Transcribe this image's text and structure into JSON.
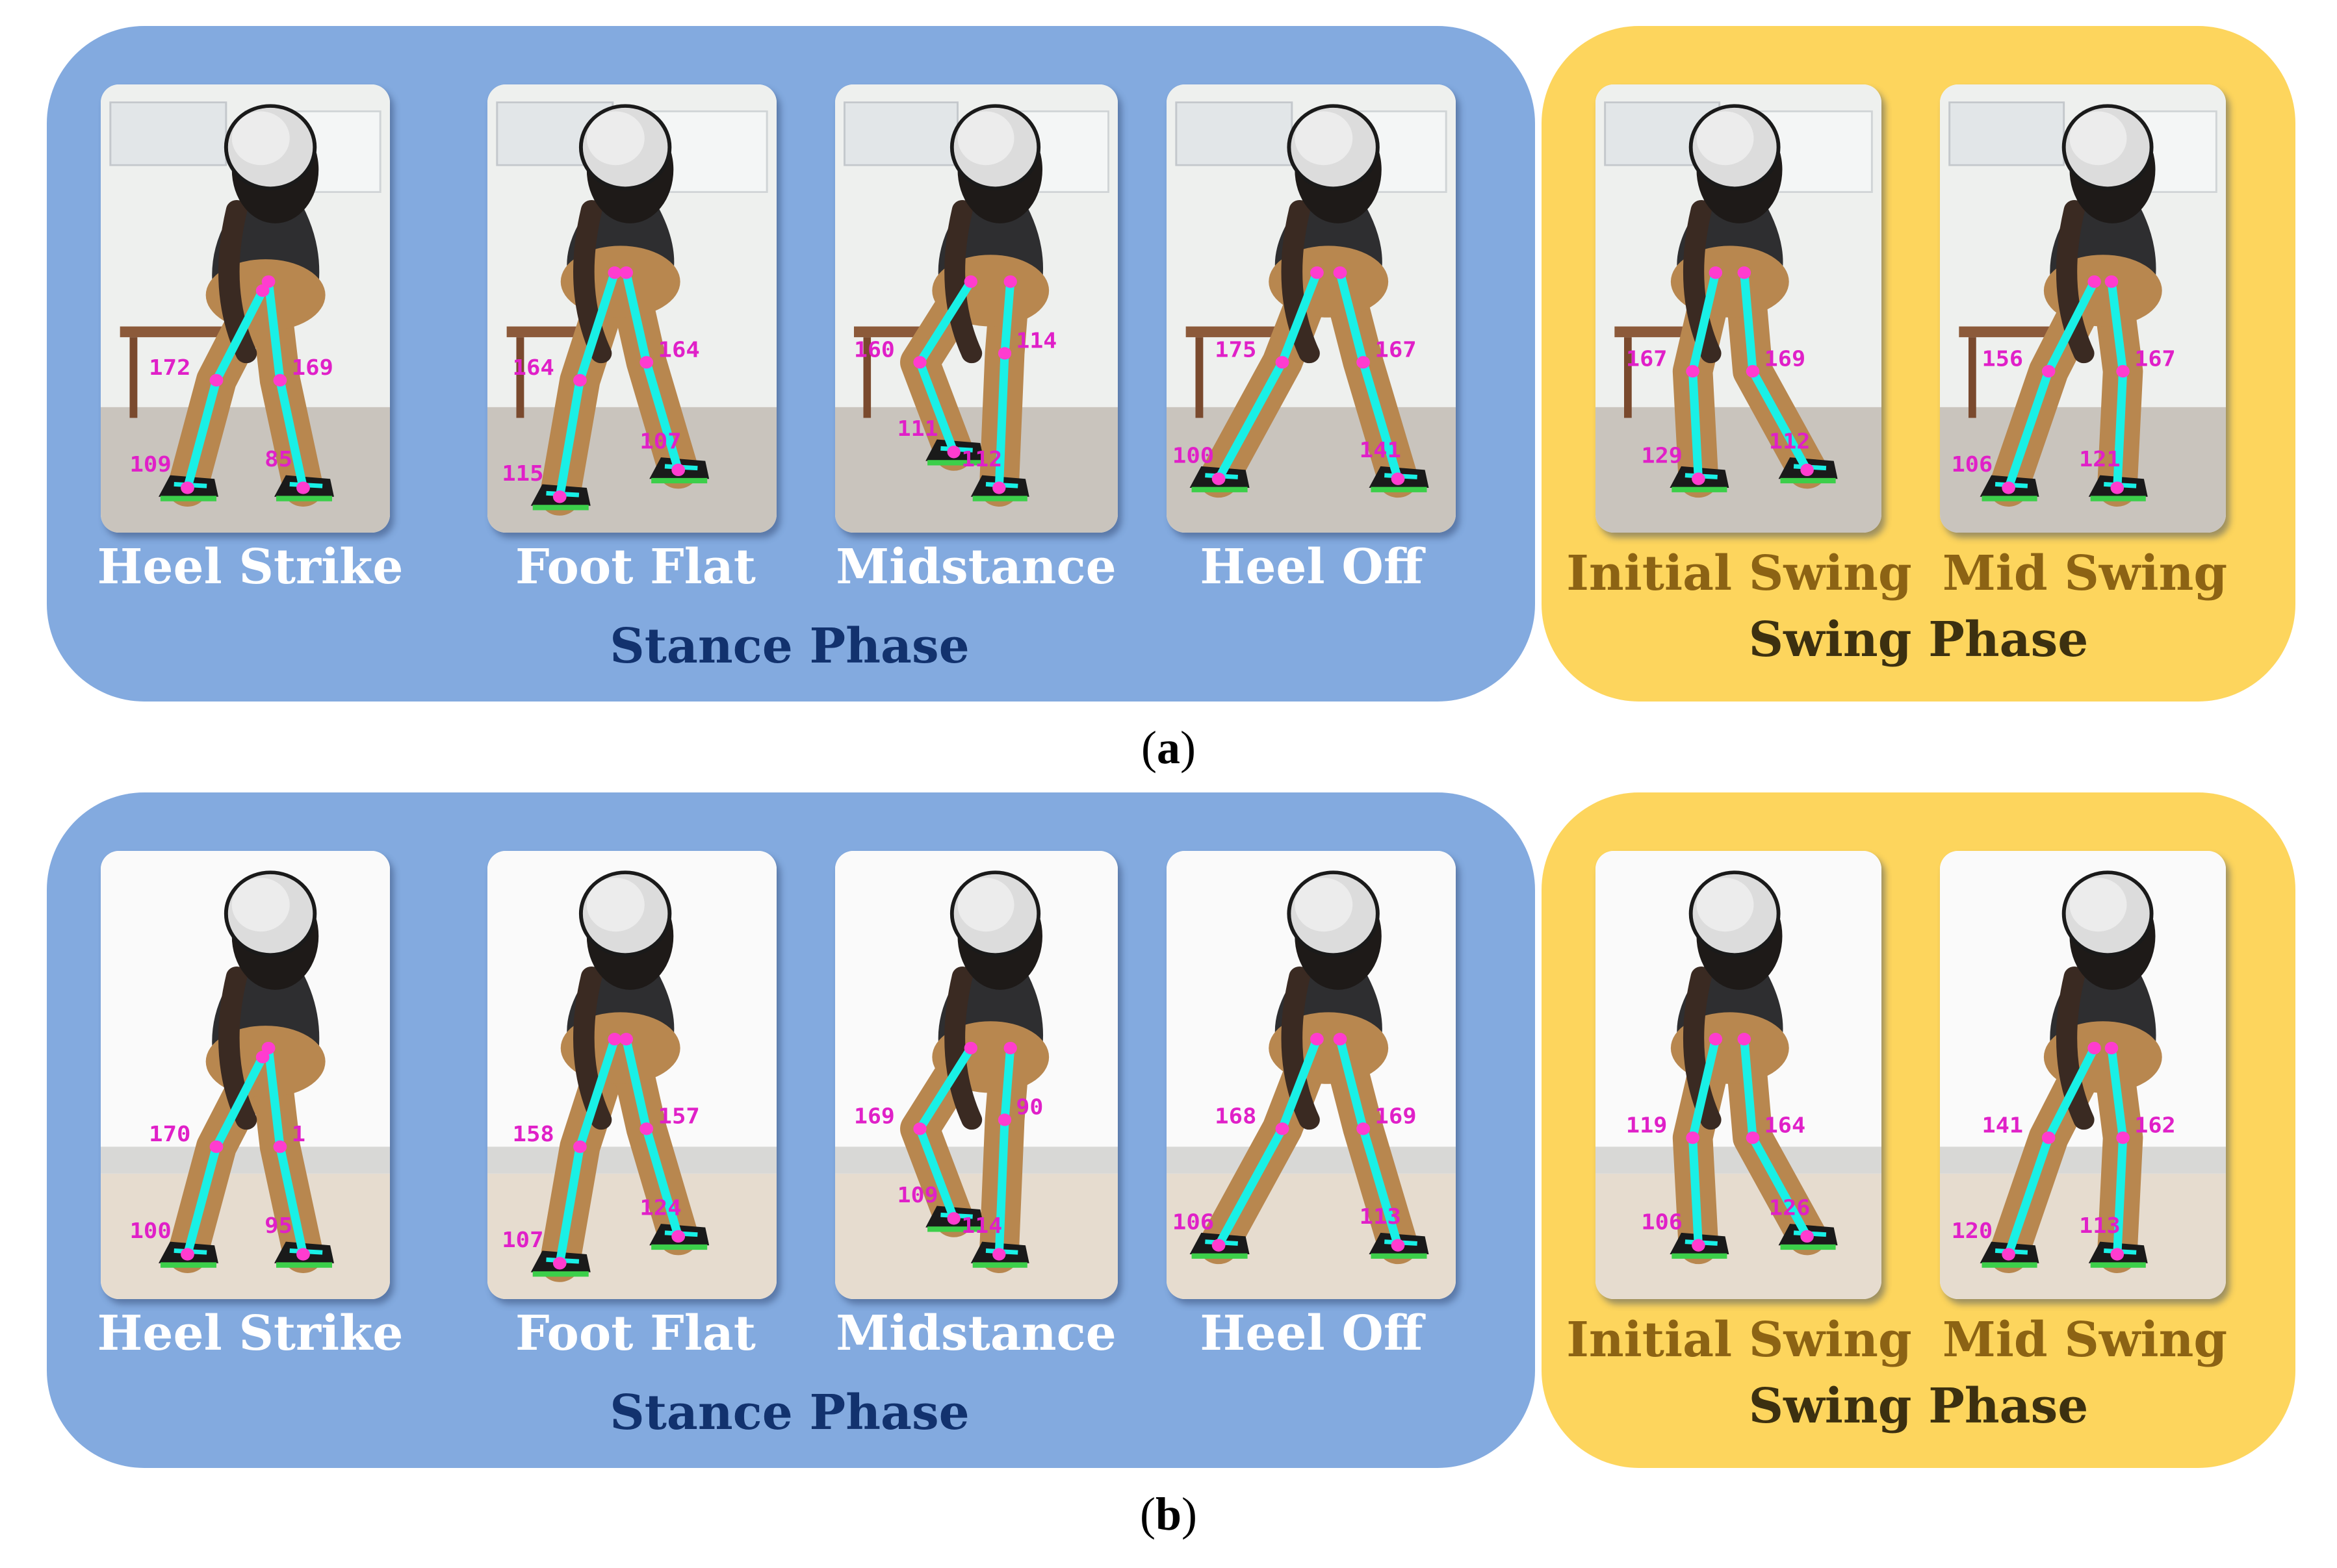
{
  "panels": [
    {
      "caption_letter": "a",
      "stance_title": "Stance Phase",
      "swing_title": "Swing Phase",
      "frames": [
        {
          "label": "Heel Strike",
          "group": "stance",
          "angles": [
            "172",
            "169",
            "85",
            "109"
          ]
        },
        {
          "label": "Foot Flat",
          "group": "stance",
          "angles": [
            "164",
            "164",
            "107",
            "115"
          ]
        },
        {
          "label": "Midstance",
          "group": "stance",
          "angles": [
            "160",
            "114",
            "112",
            "111"
          ]
        },
        {
          "label": "Heel Off",
          "group": "stance",
          "angles": [
            "175",
            "167",
            "141",
            "100"
          ]
        },
        {
          "label": "Initial Swing",
          "group": "swing",
          "angles": [
            "167",
            "169",
            "112",
            "129"
          ]
        },
        {
          "label": "Mid Swing",
          "group": "swing",
          "angles": [
            "156",
            "167",
            "121",
            "106"
          ]
        }
      ]
    },
    {
      "caption_letter": "b",
      "stance_title": "Stance Phase",
      "swing_title": "Swing Phase",
      "frames": [
        {
          "label": "Heel Strike",
          "group": "stance",
          "angles": [
            "170",
            "1",
            "95",
            "100"
          ]
        },
        {
          "label": "Foot Flat",
          "group": "stance",
          "angles": [
            "158",
            "157",
            "124",
            "107"
          ]
        },
        {
          "label": "Midstance",
          "group": "stance",
          "angles": [
            "169",
            "90",
            "114",
            "109"
          ]
        },
        {
          "label": "Heel Off",
          "group": "stance",
          "angles": [
            "168",
            "169",
            "113",
            "106"
          ]
        },
        {
          "label": "Initial Swing",
          "group": "swing",
          "angles": [
            "119",
            "164",
            "126",
            "106"
          ]
        },
        {
          "label": "Mid Swing",
          "group": "swing",
          "angles": [
            "141",
            "162",
            "113",
            "120"
          ]
        }
      ]
    }
  ],
  "colors": {
    "stance_bg": "#83aadf",
    "swing_bg": "#fdd55d",
    "skeleton": "#19f0e6",
    "joint": "#ff3ccf",
    "angle_text": "#e020c8",
    "stance_title": "#12326e",
    "swing_label": "#8c6314"
  }
}
